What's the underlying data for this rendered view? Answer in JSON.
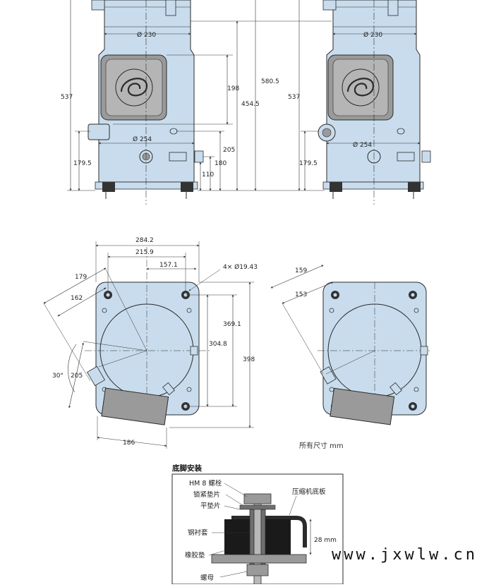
{
  "front_left": {
    "dia_top": "Ø 230",
    "dia_bottom": "Ø 254",
    "height_total": "537",
    "height_lower": "179.5",
    "dim_198": "198",
    "dim_454": "454.5",
    "dim_580": "580.5",
    "dim_205": "205",
    "dim_180": "180",
    "dim_110": "110"
  },
  "front_right": {
    "dia_top": "Ø 230",
    "dia_bottom": "Ø 254",
    "height_total": "537",
    "height_lower": "179.5"
  },
  "plan_left": {
    "dim_284": "284.2",
    "dim_215": "215.9",
    "dim_157": "157.1",
    "holes": "4× Ø19.43",
    "dim_179": "179",
    "dim_162": "162",
    "dim_369": "369.1",
    "dim_304": "304.8",
    "dim_398": "398",
    "angle": "30°",
    "dim_205": "205",
    "dim_186": "186"
  },
  "plan_right": {
    "dim_159": "159",
    "dim_153": "153"
  },
  "units_note": "所有尺寸 mm",
  "mount": {
    "title": "底脚安装",
    "bolt": "HM 8 螺栓",
    "lock_washer": "锁紧垫片",
    "flat_washer": "平垫片",
    "base_plate": "压缩机底板",
    "sleeve": "钢衬套",
    "rubber": "橡胶垫",
    "nut": "螺母",
    "height": "28 mm"
  },
  "watermark": "www.jxwlw.cn",
  "colors": {
    "body": "#c8dced",
    "line": "#2b2b2b",
    "dim": "#555555",
    "grey_box": "#9a9a9a"
  }
}
